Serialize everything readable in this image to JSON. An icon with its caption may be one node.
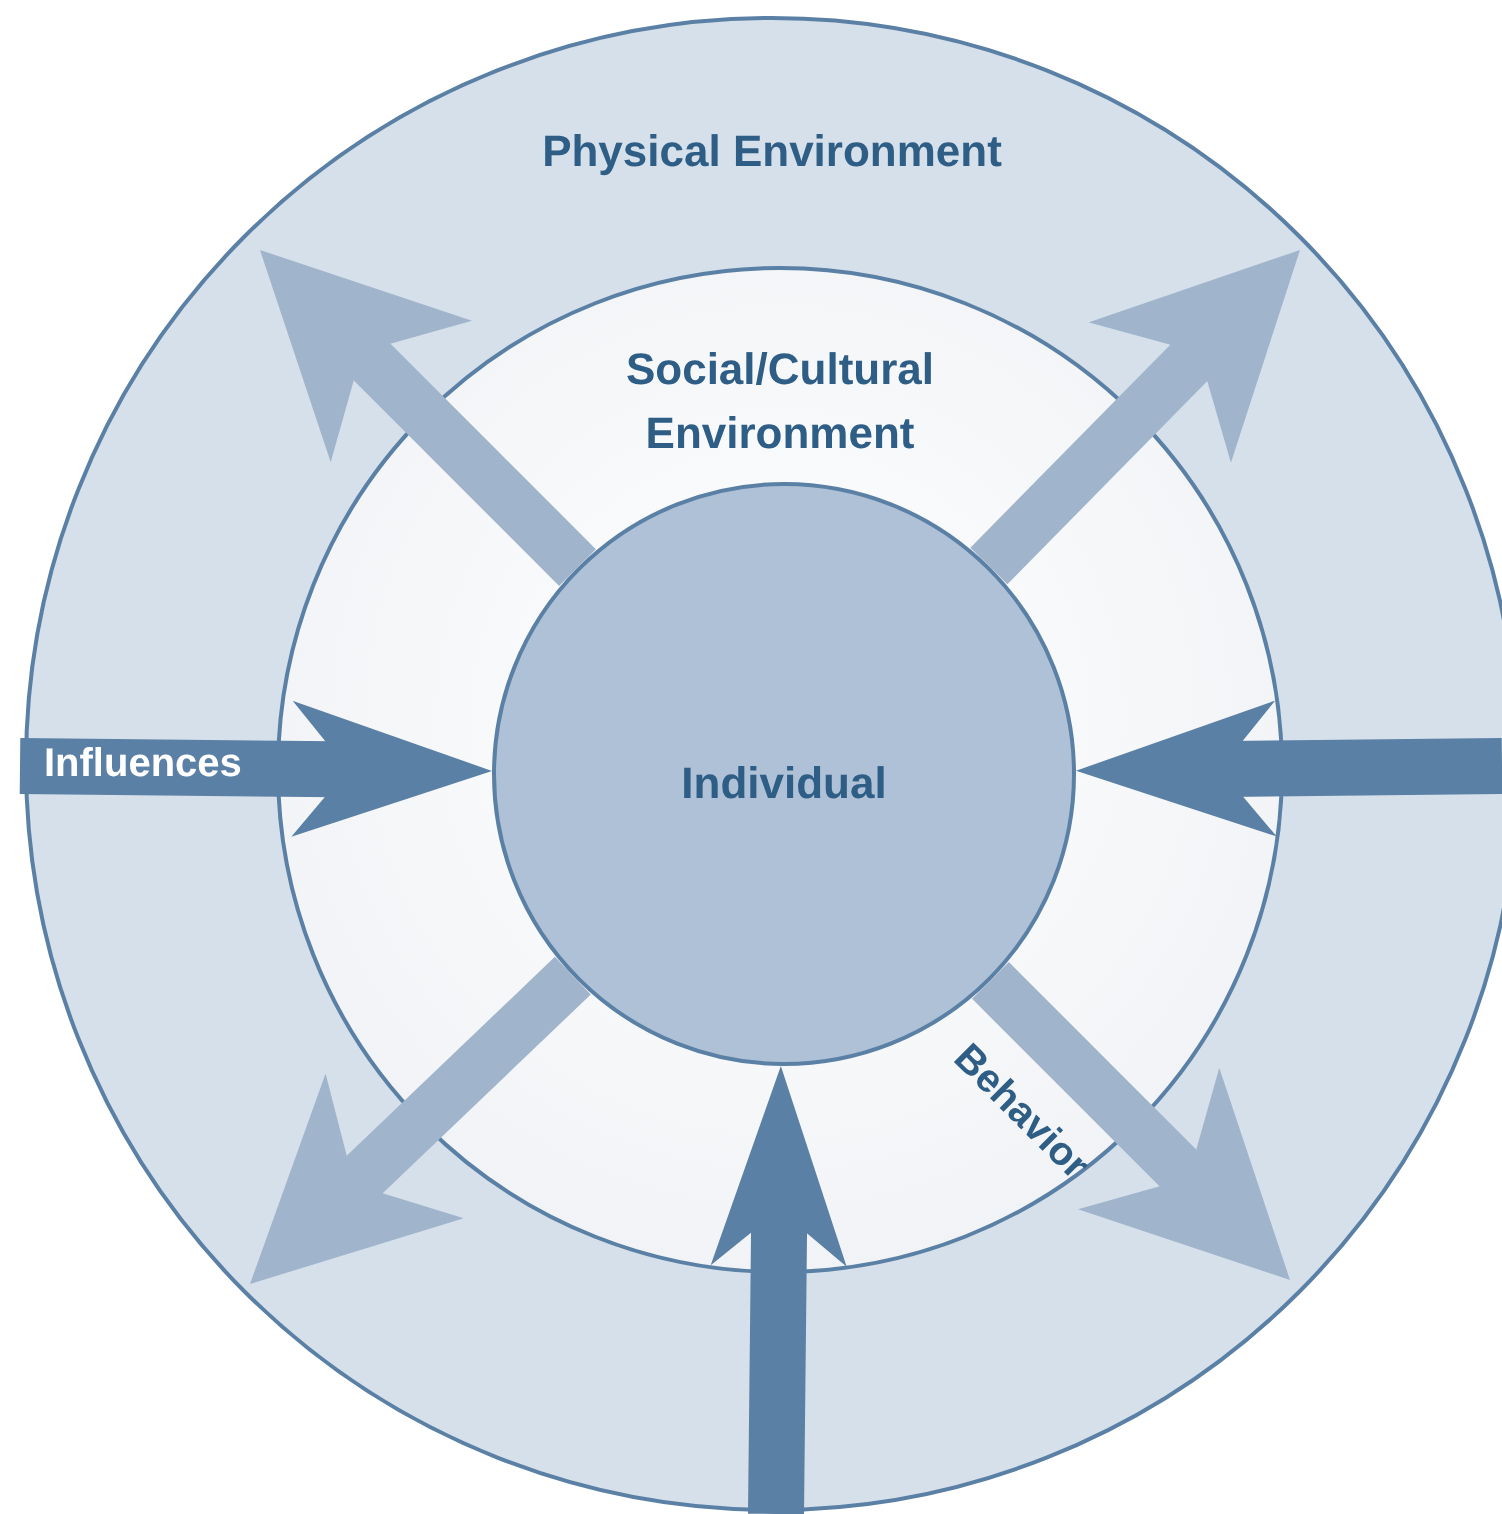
{
  "diagram": {
    "nodes": [
      {
        "text": [
          "Physical Environment"
        ]
      },
      {
        "text": [
          "Social/Cultural Environment"
        ],
        "in": 0
      },
      {
        "text": [
          "Individual"
        ],
        "in": 1
      }
    ],
    "edges": [
      {
        "from": 2,
        "to": null,
        "arrow": "to"
      },
      {
        "from": 2,
        "to": null,
        "arrow": "to"
      },
      {
        "from": null,
        "to": 2,
        "arrow": "to",
        "label": "Influences",
        "color": "#5b80a5"
      },
      {
        "from": null,
        "to": 2,
        "arrow": "to",
        "color": "#5b80a5"
      },
      {
        "from": 2,
        "to": null,
        "arrow": "to"
      },
      {
        "from": 2,
        "to": null,
        "arrow": "to",
        "label": "Behavior"
      },
      {
        "from": null,
        "to": 2,
        "arrow": "to",
        "color": "#5b80a5"
      }
    ]
  }
}
